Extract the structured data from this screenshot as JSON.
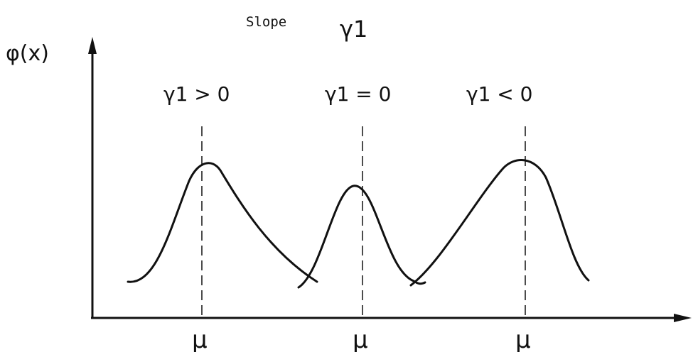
{
  "diagram": {
    "title_word": "Slope",
    "title_symbol": "γ1",
    "y_axis_label": "φ(x)",
    "curves": [
      {
        "condition": "γ1 > 0",
        "mean_label": "μ"
      },
      {
        "condition": "γ1 = 0",
        "mean_label": "μ"
      },
      {
        "condition": "γ1 < 0",
        "mean_label": "μ"
      }
    ],
    "colors": {
      "ink": "#111111",
      "background": "#ffffff"
    }
  }
}
